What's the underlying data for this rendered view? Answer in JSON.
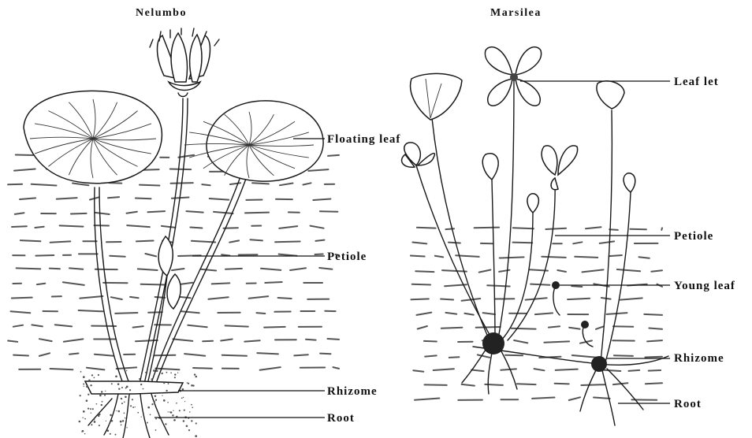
{
  "titles": {
    "left": "Nelumbo",
    "right": "Marsilea"
  },
  "left_labels": {
    "floating_leaf": "Floating leaf",
    "petiole": "Petiole",
    "rhizome": "Rhizome",
    "root": "Root"
  },
  "right_labels": {
    "leaflet": "Leaf let",
    "petiole": "Petiole",
    "young_leaf": "Young leaf",
    "rhizome": "Rhizome",
    "root": "Root"
  }
}
